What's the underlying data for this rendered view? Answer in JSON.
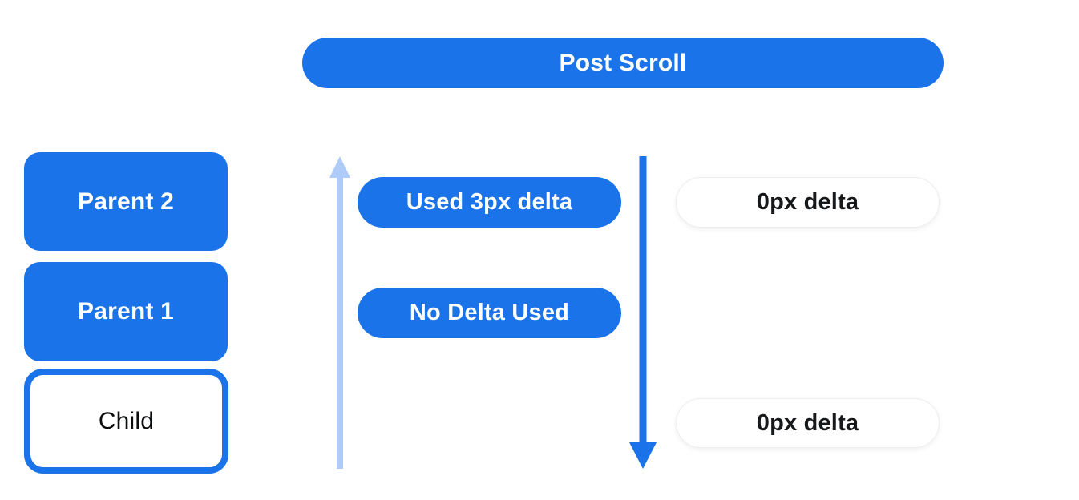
{
  "colors": {
    "primary_blue": "#1a73e8",
    "light_blue": "#aecbfa",
    "pill_text_light": "#ffffff",
    "pill_text_dark": "#17181a",
    "white_pill_border": "#ebedee",
    "background": "#ffffff"
  },
  "title_pill": {
    "label": "Post Scroll"
  },
  "scroller_stack": {
    "items": [
      {
        "label": "Parent 2",
        "variant": "filled"
      },
      {
        "label": "Parent 1",
        "variant": "filled"
      },
      {
        "label": "Child",
        "variant": "outlined"
      }
    ]
  },
  "delta_pills": {
    "used": [
      {
        "label": "Used 3px delta"
      },
      {
        "label": "No Delta Used"
      }
    ],
    "remaining": [
      {
        "label": "0px delta"
      },
      {
        "label": "0px delta"
      }
    ]
  },
  "arrows": {
    "up": {
      "direction": "up",
      "color": "#aecbfa"
    },
    "down": {
      "direction": "down",
      "color": "#1a73e8"
    }
  }
}
